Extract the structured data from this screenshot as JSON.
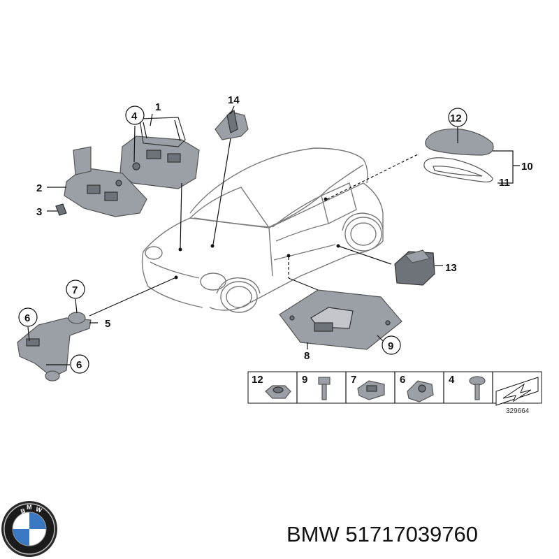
{
  "callouts": {
    "c1": "1",
    "c2": "2",
    "c3": "3",
    "c4": "4",
    "c5": "5",
    "c6a": "6",
    "c6b": "6",
    "c7": "7",
    "c8": "8",
    "c9": "9",
    "c10": "10",
    "c11": "11",
    "c12": "12",
    "c13": "13",
    "c14": "14"
  },
  "legend": {
    "items": [
      "12",
      "9",
      "7",
      "6",
      "4"
    ],
    "code": "329664"
  },
  "brand": {
    "logo_letters": "BMW",
    "caption": "BMW 51717039760"
  }
}
